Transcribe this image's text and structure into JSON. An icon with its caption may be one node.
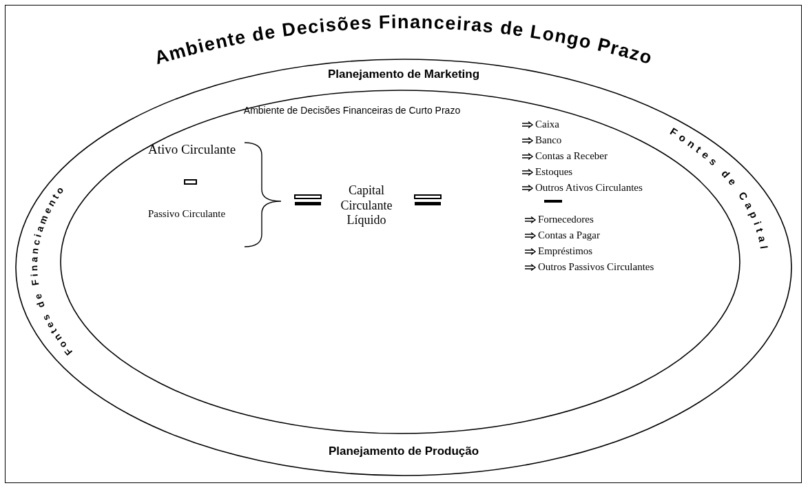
{
  "diagram": {
    "nodes": [
      {
        "text": [
          "Ambiente de Decisões Financeiras de Longo Prazo",
          "Planejamento de Marketing",
          "Fontes de Financiamento",
          "Fontes de Capital",
          "Planejamento de Produção"
        ]
      },
      {
        "text": [
          "Ambiente de Decisões Financeiras de Curto Prazo"
        ],
        "in": 0
      }
    ],
    "edges": [],
    "labels": [
      "Ativo Circulante",
      "Passivo Circulante",
      "Capital Circulante Líquido",
      "Caixa",
      "Banco",
      "Contas a Receber",
      "Estoques",
      "Outros Ativos Circulantes",
      "Fornecedores",
      "Contas a Pagar",
      "Empréstimos",
      "Outros Passivos Circulantes"
    ]
  }
}
